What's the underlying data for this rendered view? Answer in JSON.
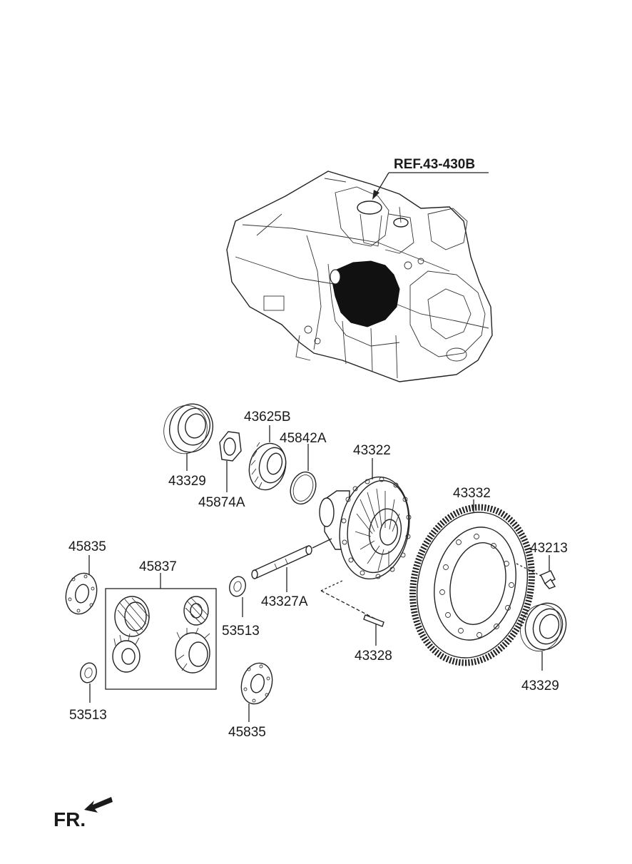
{
  "diagram": {
    "ref_label": "REF.43-430B",
    "fr_label": "FR.",
    "parts": {
      "bearing_left": "43329",
      "bearing_right": "43329",
      "shim_left": "45874A",
      "gear_43625B": "43625B",
      "ring_45842A": "45842A",
      "diff_case": "43322",
      "ring_gear": "43332",
      "bolt": "43213",
      "washer_left": "45835",
      "washer_bottom": "45835",
      "gear_kit": "45837",
      "washer_53513_left": "53513",
      "washer_53513_center": "53513",
      "pinion_shaft": "43327A",
      "pin": "43328"
    }
  }
}
